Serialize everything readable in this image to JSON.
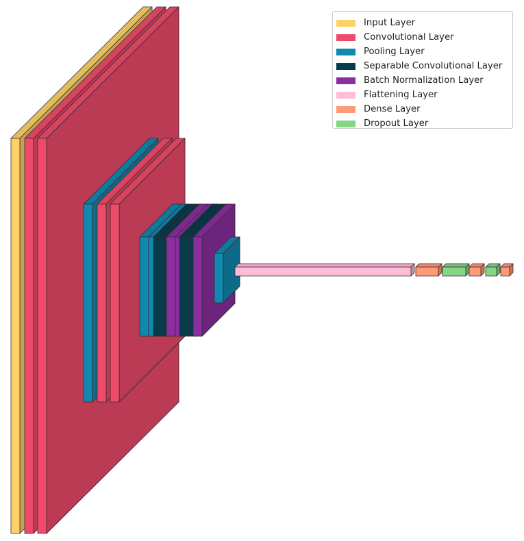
{
  "legend": {
    "items": [
      {
        "label": "Input Layer",
        "color": "#FCD166"
      },
      {
        "label": "Convolutional Layer",
        "color": "#EE4B6A"
      },
      {
        "label": "Pooling Layer",
        "color": "#1188B0"
      },
      {
        "label": "Separable Convolutional Layer",
        "color": "#073B4C"
      },
      {
        "label": "Batch Normalization Layer",
        "color": "#8A2EA0"
      },
      {
        "label": "Flattening Layer",
        "color": "#FFBCD9"
      },
      {
        "label": "Dense Layer",
        "color": "#FF9A76"
      },
      {
        "label": "Dropout Layer",
        "color": "#85D685"
      }
    ]
  },
  "layers": [
    {
      "type": "input"
    },
    {
      "type": "conv"
    },
    {
      "type": "conv"
    },
    {
      "type": "pool"
    },
    {
      "type": "conv"
    },
    {
      "type": "conv"
    },
    {
      "type": "pool"
    },
    {
      "type": "pool"
    },
    {
      "type": "sepconv"
    },
    {
      "type": "sepconv"
    },
    {
      "type": "batchnorm"
    },
    {
      "type": "batchnorm"
    },
    {
      "type": "sepconv"
    },
    {
      "type": "sepconv"
    },
    {
      "type": "batchnorm"
    },
    {
      "type": "pool"
    },
    {
      "type": "flatten"
    },
    {
      "type": "dense"
    },
    {
      "type": "dropout"
    },
    {
      "type": "dense"
    },
    {
      "type": "dropout"
    },
    {
      "type": "dense"
    }
  ],
  "colors": {
    "input": "#FCD166",
    "conv": "#EE4B6A",
    "pool": "#1188B0",
    "sepconv": "#073B4C",
    "batchnorm": "#8A2EA0",
    "flatten": "#FFBCD9",
    "dense": "#FF9A76",
    "dropout": "#85D685",
    "outline": "#3a2a2e"
  }
}
